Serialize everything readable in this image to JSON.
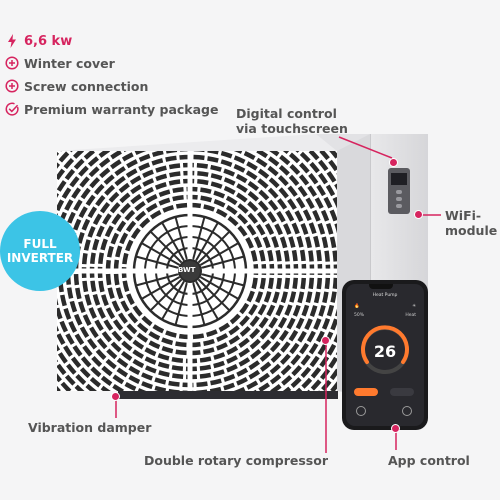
{
  "features": {
    "power": "6,6 kw",
    "items": [
      "Winter cover",
      "Screw connection",
      "Premium warranty package"
    ]
  },
  "badge": {
    "line1": "FULL",
    "line2": "INVERTER"
  },
  "callouts": {
    "digital_line1": "Digital control",
    "digital_line2": "via touchscreen",
    "wifi_line1": "WiFi-",
    "wifi_line2": "module",
    "vibration": "Vibration damper",
    "compressor": "Double rotary compressor",
    "app": "App control"
  },
  "brand": "BWT",
  "app_screen": {
    "title": "Heat Pump",
    "left_value": "50%",
    "right_value": "Heat",
    "temperature": "26"
  },
  "colors": {
    "accent": "#d6245f",
    "badge": "#3cc4e6",
    "text": "#555555"
  }
}
